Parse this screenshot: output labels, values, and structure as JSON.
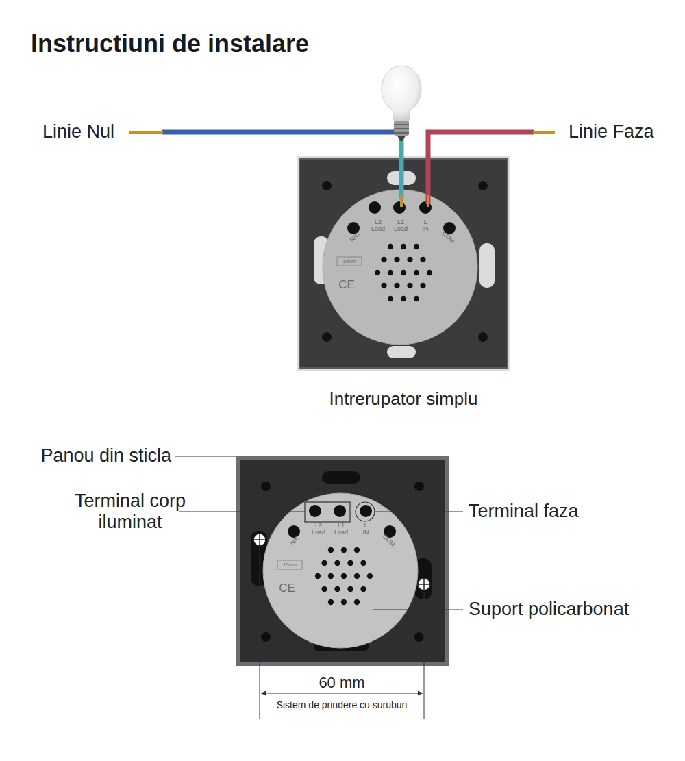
{
  "diagram": {
    "title": "Instructiuni de instalare",
    "labels": [
      "Linie Nul",
      "Linie Faza",
      "N/C",
      "L2",
      "Load",
      "L1",
      "Load",
      "L",
      "IN",
      "COM",
      "10mm",
      "CE",
      "Intrerupator simplu",
      "Panou din sticla",
      "Terminal corp iluminat",
      "Terminal faza",
      "Suport policarbonat",
      "N/C",
      "L2",
      "Load",
      "L1",
      "Load",
      "L",
      "IN",
      "COM",
      "10mm",
      "CE",
      "60 mm",
      "Sistem de prindere cu suruburi"
    ]
  }
}
